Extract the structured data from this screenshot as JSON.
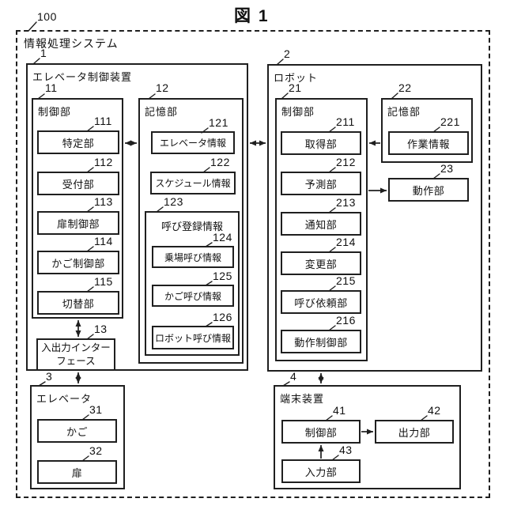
{
  "figure_title": "図 1",
  "system": {
    "ref": "100",
    "label": "情報処理システム"
  },
  "elevator_controller": {
    "ref": "1",
    "label": "エレベータ制御装置",
    "control": {
      "ref": "11",
      "label": "制御部",
      "items": [
        {
          "ref": "111",
          "label": "特定部"
        },
        {
          "ref": "112",
          "label": "受付部"
        },
        {
          "ref": "113",
          "label": "扉制御部"
        },
        {
          "ref": "114",
          "label": "かご制御部"
        },
        {
          "ref": "115",
          "label": "切替部"
        }
      ]
    },
    "storage": {
      "ref": "12",
      "label": "記憶部",
      "elevator_info": {
        "ref": "121",
        "label": "エレベータ情報"
      },
      "schedule_info": {
        "ref": "122",
        "label": "スケジュール情報"
      },
      "call_registration": {
        "ref": "123",
        "label": "呼び登録情報",
        "items": [
          {
            "ref": "124",
            "label": "乗場呼び情報"
          },
          {
            "ref": "125",
            "label": "かご呼び情報"
          },
          {
            "ref": "126",
            "label": "ロボット呼び情報"
          }
        ]
      }
    },
    "io_interface": {
      "ref": "13",
      "line1": "入出力インター",
      "line2": "フェース"
    }
  },
  "robot": {
    "ref": "2",
    "label": "ロボット",
    "control": {
      "ref": "21",
      "label": "制御部",
      "items": [
        {
          "ref": "211",
          "label": "取得部"
        },
        {
          "ref": "212",
          "label": "予測部"
        },
        {
          "ref": "213",
          "label": "通知部"
        },
        {
          "ref": "214",
          "label": "変更部"
        },
        {
          "ref": "215",
          "label": "呼び依頼部"
        },
        {
          "ref": "216",
          "label": "動作制御部"
        }
      ]
    },
    "storage": {
      "ref": "22",
      "label": "記憶部",
      "work_info": {
        "ref": "221",
        "label": "作業情報"
      }
    },
    "motion": {
      "ref": "23",
      "label": "動作部"
    }
  },
  "elevator": {
    "ref": "3",
    "label": "エレベータ",
    "car": {
      "ref": "31",
      "label": "かご"
    },
    "door": {
      "ref": "32",
      "label": "扉"
    }
  },
  "terminal": {
    "ref": "4",
    "label": "端末装置",
    "control": {
      "ref": "41",
      "label": "制御部"
    },
    "output": {
      "ref": "42",
      "label": "出力部"
    },
    "input": {
      "ref": "43",
      "label": "入力部"
    }
  },
  "colors": {
    "line": "#1f1f1f",
    "background": "#ffffff"
  }
}
